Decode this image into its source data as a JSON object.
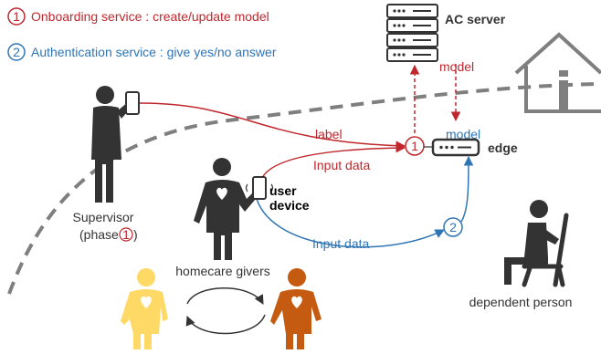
{
  "legend": {
    "items": [
      {
        "number": "1",
        "text": "Onboarding service : create/update model",
        "color": "#c0272d"
      },
      {
        "number": "2",
        "text": "Authentication service : give yes/no answer",
        "color": "#2e75b6"
      }
    ]
  },
  "nodes": {
    "ac_server": {
      "label": "AC server"
    },
    "edge": {
      "label": "edge",
      "model_label": "model"
    },
    "supervisor": {
      "label_line1": "Supervisor",
      "label_line2_prefix": "(phase",
      "label_line2_number": "1",
      "label_line2_suffix": ")"
    },
    "user_device": {
      "label_line1": "user",
      "label_line2": "device"
    },
    "homecare_givers": {
      "label": "homecare givers"
    },
    "dependent_person": {
      "label": "dependent person"
    }
  },
  "edges": {
    "server_to_edge": {
      "label": "model"
    },
    "supervisor_to_edge": {
      "label": "label"
    },
    "device_to_onboarding": {
      "label": "Input data"
    },
    "device_to_auth": {
      "label": "Input data"
    }
  },
  "markers": {
    "onboarding": "1",
    "authentication": "2"
  },
  "colors": {
    "red": "#c0272d",
    "blue": "#2e75b6",
    "dark": "#333333",
    "grey": "#7f7f7f",
    "yellow": "#ffd966",
    "orange": "#c55a11"
  }
}
